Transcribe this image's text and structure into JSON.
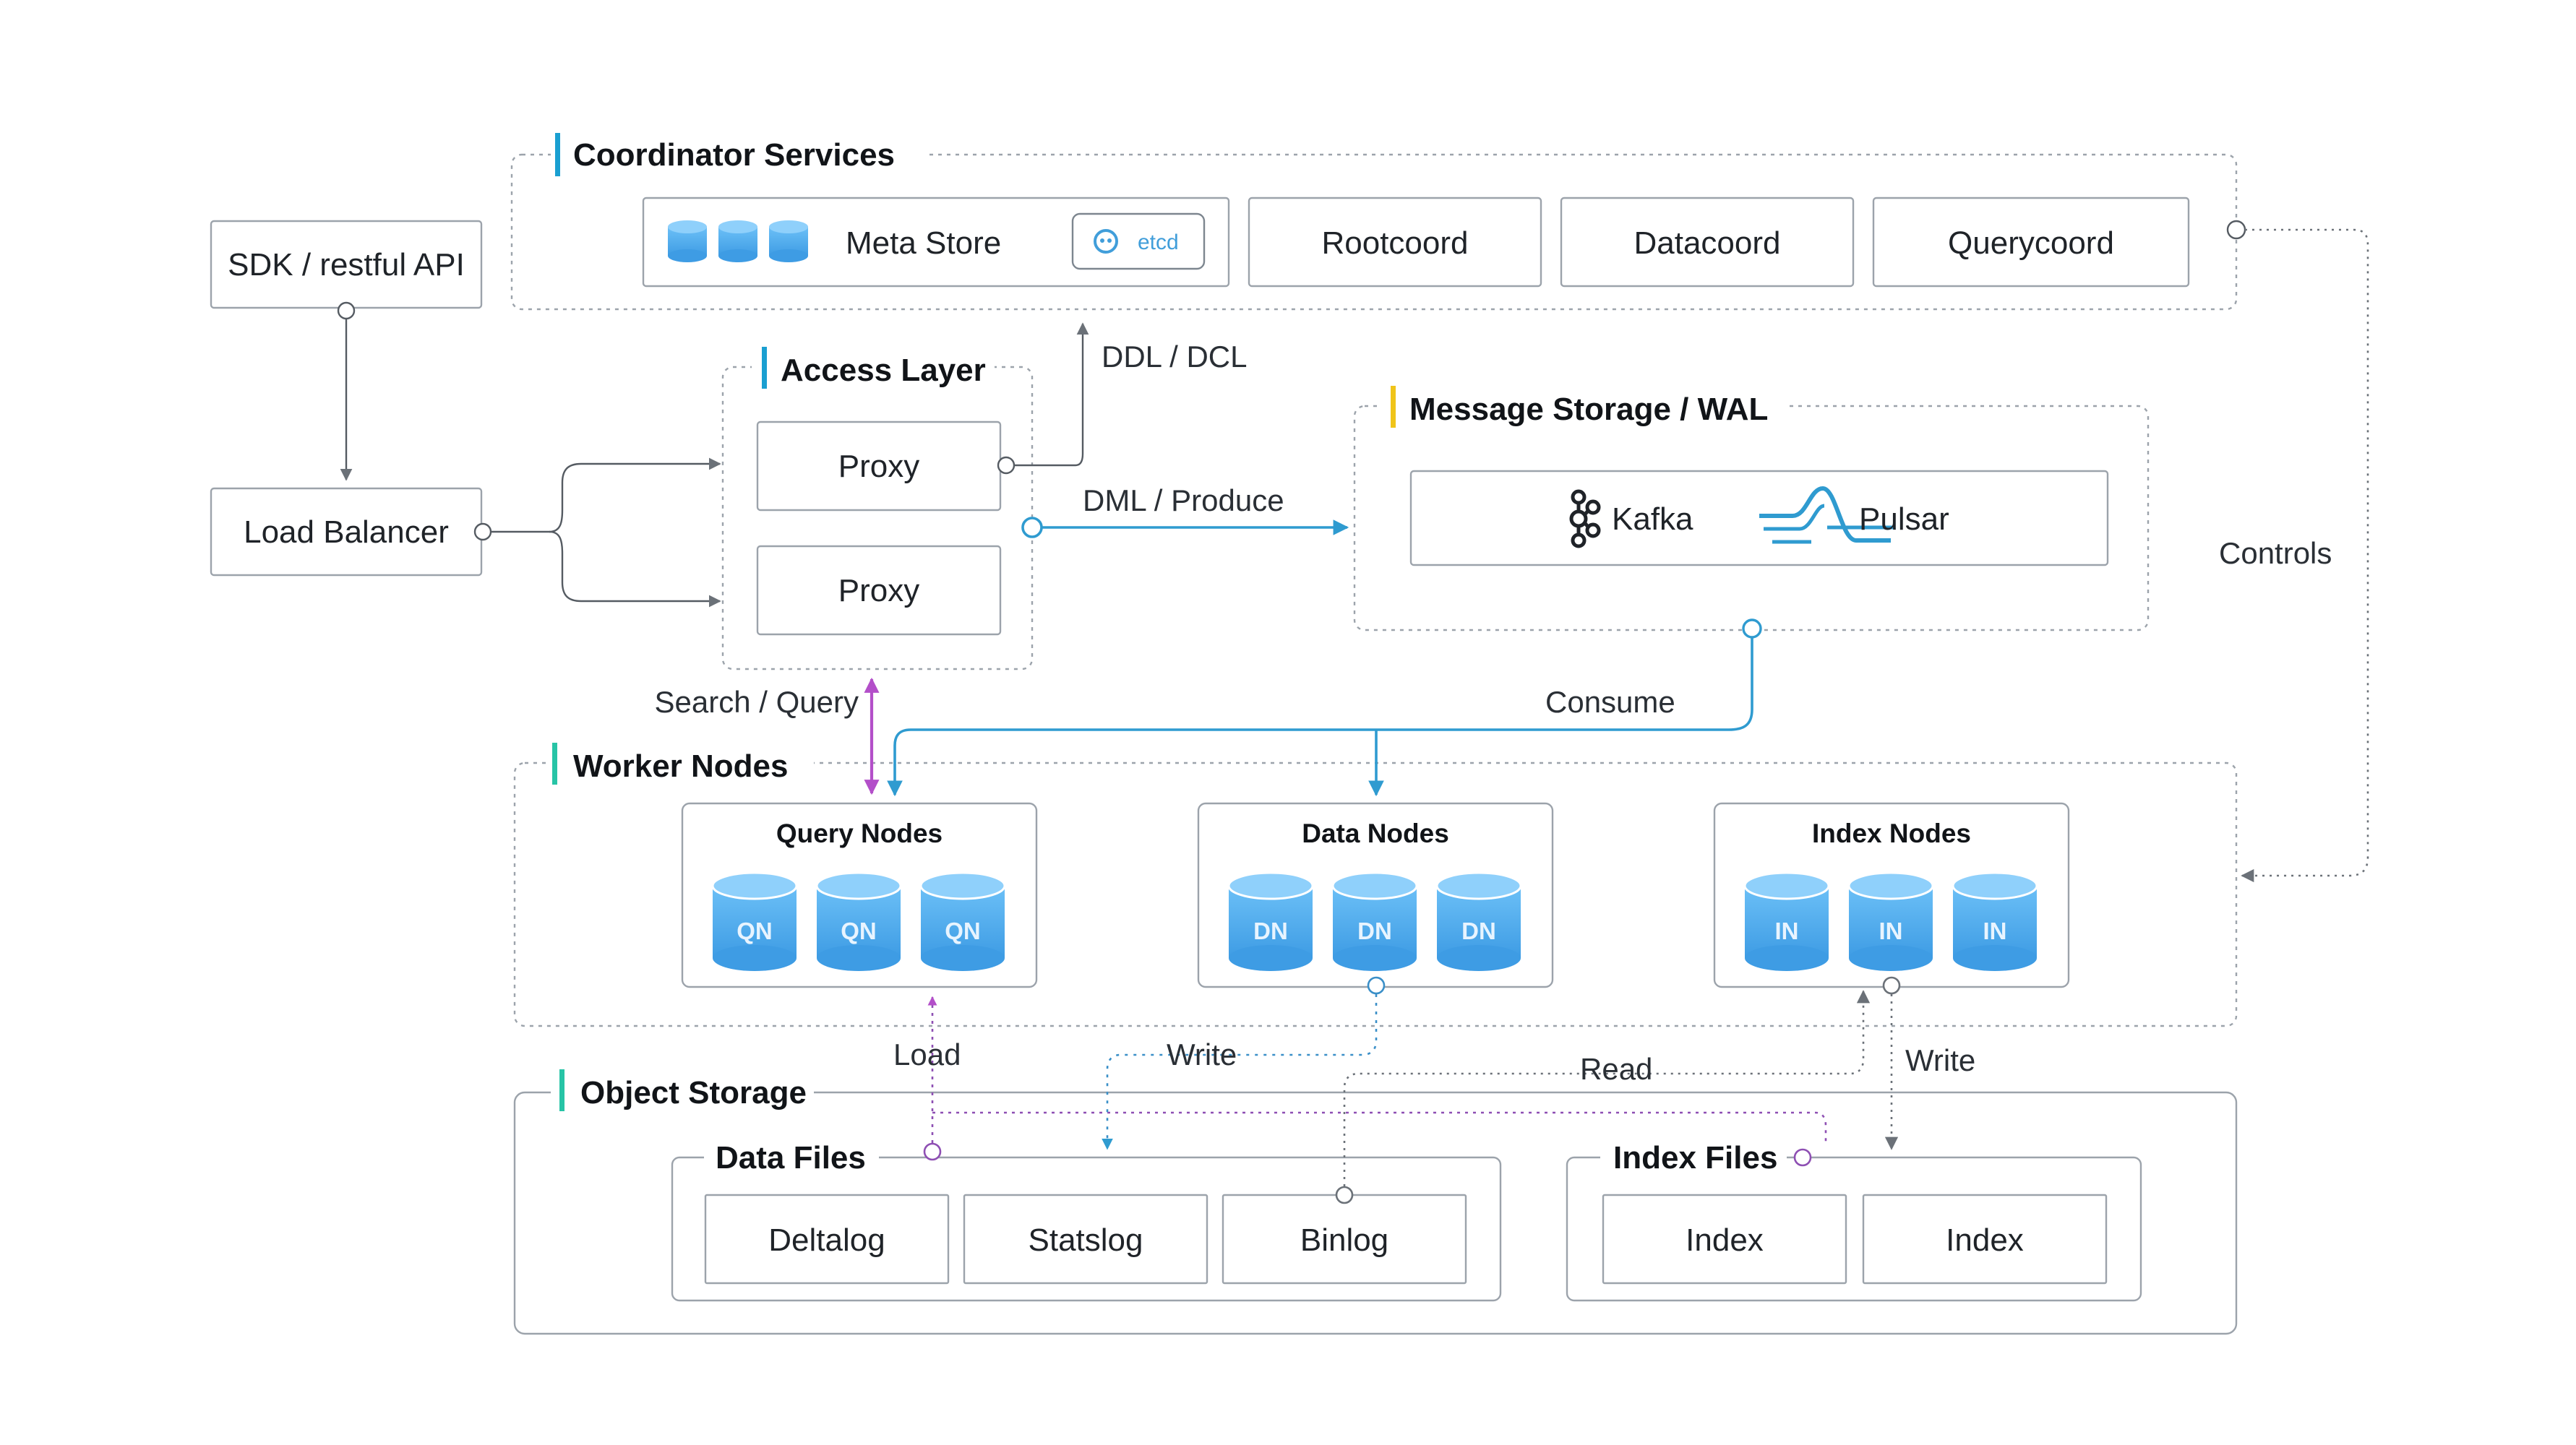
{
  "colors": {
    "border": "#9ca3ab",
    "accent_coordinator": "#1a9fd1",
    "accent_access": "#1a9fd1",
    "accent_message": "#f0c419",
    "accent_worker": "#27c4a6",
    "accent_storage": "#27c4a6",
    "dml_arrow": "#2f9bd0",
    "search_arrow": "#b34fc9",
    "cylinder": "#5ab0ee"
  },
  "client": {
    "sdk": "SDK / restful API",
    "load_balancer": "Load Balancer"
  },
  "coordinator": {
    "title": "Coordinator Services",
    "meta_store": "Meta Store",
    "etcd_badge": "etcd",
    "rootcoord": "Rootcoord",
    "datacoord": "Datacoord",
    "querycoord": "Querycoord"
  },
  "access": {
    "title": "Access Layer",
    "proxy_1": "Proxy",
    "proxy_2": "Proxy"
  },
  "message": {
    "title": "Message Storage / WAL",
    "kafka": "Kafka",
    "pulsar": "Pulsar"
  },
  "workers": {
    "title": "Worker Nodes",
    "query_nodes": {
      "title": "Query Nodes",
      "units": [
        "QN",
        "QN",
        "QN"
      ]
    },
    "data_nodes": {
      "title": "Data Nodes",
      "units": [
        "DN",
        "DN",
        "DN"
      ]
    },
    "index_nodes": {
      "title": "Index Nodes",
      "units": [
        "IN",
        "IN",
        "IN"
      ]
    }
  },
  "storage": {
    "title": "Object Storage",
    "data_files": {
      "title": "Data Files",
      "items": [
        "Deltalog",
        "Statslog",
        "Binlog"
      ]
    },
    "index_files": {
      "title": "Index Files",
      "items": [
        "Index",
        "Index"
      ]
    }
  },
  "edges": {
    "ddl": "DDL / DCL",
    "dml": "DML / Produce",
    "search": "Search / Query",
    "consume": "Consume",
    "controls": "Controls",
    "load": "Load",
    "write_data": "Write",
    "read": "Read",
    "write_index": "Write"
  },
  "icons": {
    "meta_store": "database-stack-icon",
    "kafka": "kafka-logo-icon",
    "pulsar": "pulsar-logo-icon",
    "etcd": "etcd-logo-icon"
  }
}
